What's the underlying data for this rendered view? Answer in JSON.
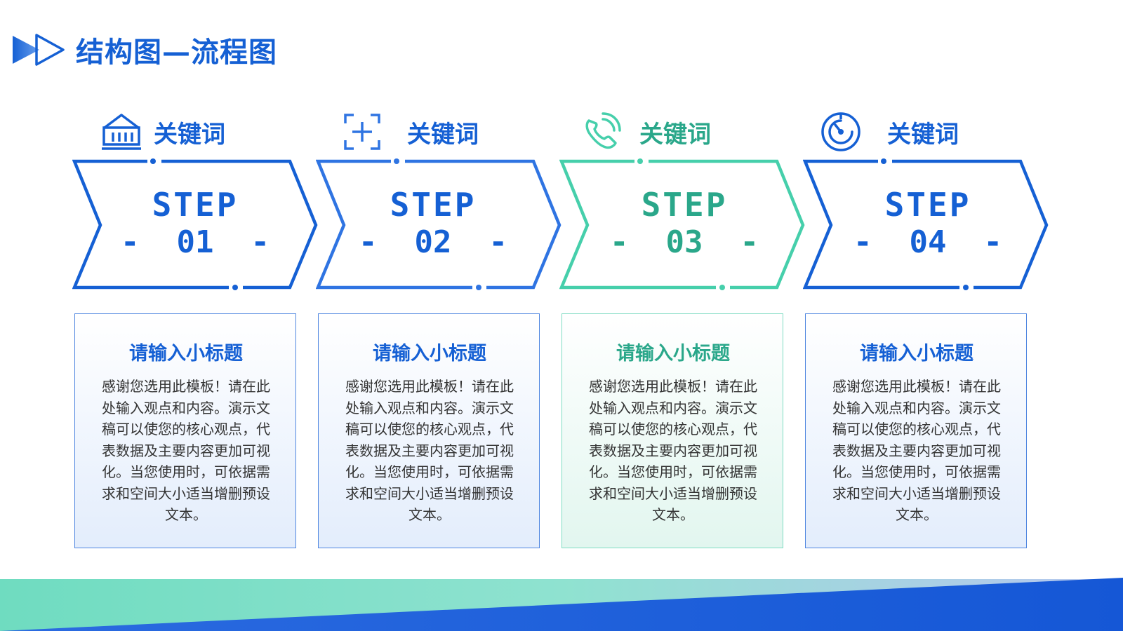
{
  "header": {
    "title": "结构图—流程图"
  },
  "colors": {
    "blue": "#1560d4",
    "blue_light": "#2f74e2",
    "teal": "#46cfab",
    "teal_text": "#2aa78a"
  },
  "steps": [
    {
      "keyword": "关键词",
      "icon": "building-icon",
      "label": "STEP",
      "number": "-  01  -",
      "card_title": "请输入小标题",
      "card_text": "感谢您选用此模板！请在此处输入观点和内容。演示文稿可以使您的核心观点，代表数据及主要内容更加可视化。当您使用时，可依据需求和空间大小适当增删预设文本。"
    },
    {
      "keyword": "关键词",
      "icon": "add-frame-icon",
      "label": "STEP",
      "number": "-  02  -",
      "card_title": "请输入小标题",
      "card_text": "感谢您选用此模板！请在此处输入观点和内容。演示文稿可以使您的核心观点，代表数据及主要内容更加可视化。当您使用时，可依据需求和空间大小适当增删预设文本。"
    },
    {
      "keyword": "关键词",
      "icon": "phone-icon",
      "label": "STEP",
      "number": "-  03  -",
      "card_title": "请输入小标题",
      "card_text": "感谢您选用此模板！请在此处输入观点和内容。演示文稿可以使您的核心观点，代表数据及主要内容更加可视化。当您使用时，可依据需求和空间大小适当增删预设文本。"
    },
    {
      "keyword": "关键词",
      "icon": "clock-icon",
      "label": "STEP",
      "number": "-  04  -",
      "card_title": "请输入小标题",
      "card_text": "感谢您选用此模板！请在此处输入观点和内容。演示文稿可以使您的核心观点，代表数据及主要内容更加可视化。当您使用时，可依据需求和空间大小适当增删预设文本。"
    }
  ]
}
